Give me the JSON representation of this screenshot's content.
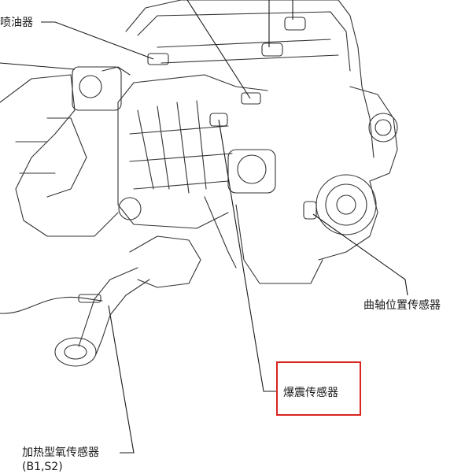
{
  "diagram": {
    "labels": {
      "injector": "喷油器",
      "crankshaft_sensor": "曲轴位置传感器",
      "knock_sensor": "爆震传感器",
      "o2_sensor": "加热型氧传感器",
      "o2_sensor_bank": "(B1,S2)"
    },
    "highlight_color": "#d9231f",
    "line_color": "#1a1a1a"
  }
}
